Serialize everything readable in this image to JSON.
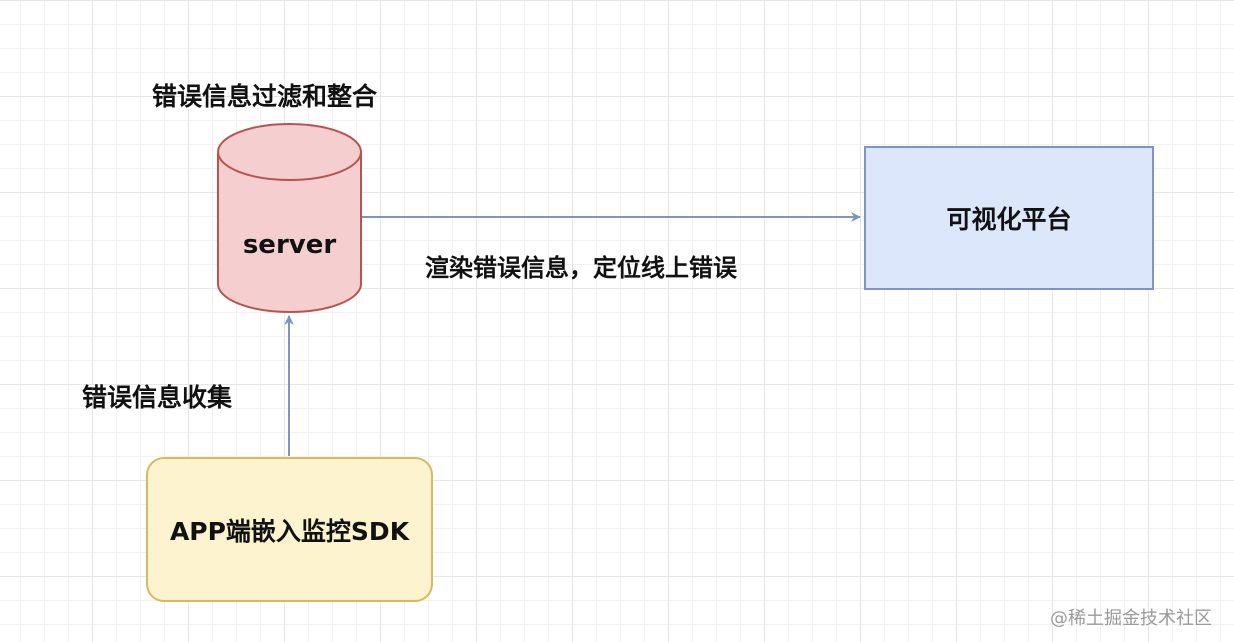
{
  "nodes": {
    "server": "server",
    "visualization": "可视化平台",
    "sdk": "APP端嵌入监控SDK"
  },
  "labels": {
    "filter": "错误信息过滤和整合",
    "collect": "错误信息收集",
    "render": "渲染错误信息，定位线上错误"
  },
  "watermark": "@稀土掘金技术社区",
  "colors": {
    "server_fill": "#f5cfcf",
    "server_stroke": "#b85450",
    "viz_fill": "#dde7fb",
    "viz_stroke": "#7d95c6",
    "sdk_fill": "#fdf3cf",
    "sdk_stroke": "#d4bb5f",
    "edge": "#7f95c0"
  }
}
